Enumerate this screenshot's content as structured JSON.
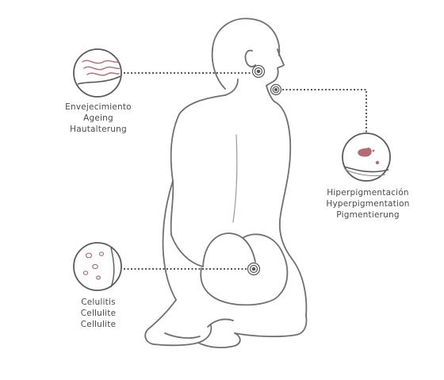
{
  "callouts": {
    "ageing": {
      "lines": [
        "Envejecimiento",
        "Ageing",
        "Hautalterung"
      ]
    },
    "pigmentation": {
      "lines": [
        "Hiperpigmentación",
        "Hyperpigmentation",
        "Pigmentierung"
      ]
    },
    "cellulite": {
      "lines": [
        "Celulitis",
        "Cellulite",
        "Cellulite"
      ]
    }
  },
  "colors": {
    "outline": "#6f6f6f",
    "circle": "#5a5a5a",
    "accent": "#b56a74",
    "dots": "#6a6a6a",
    "text": "#4a4a4a"
  }
}
